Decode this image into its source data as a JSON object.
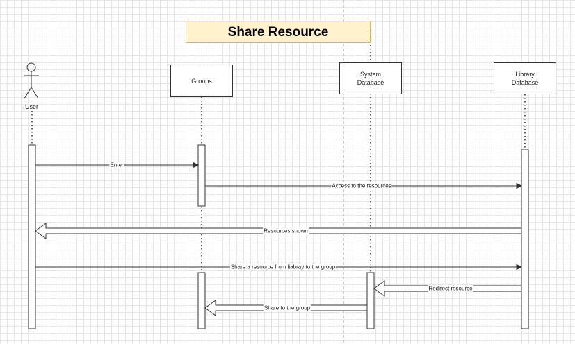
{
  "title": "Share Resource",
  "participants": {
    "user": "User",
    "groups": "Groups",
    "system_db": "System\nDatabase",
    "library_db": "Library\nDatabase"
  },
  "messages": {
    "enter": "Enter",
    "access": "Access to the resources",
    "shown": "Resources shown",
    "share": "Share a resource from liabray to the group",
    "redirect": "Redirect resource",
    "share_group": "Share to the group"
  }
}
